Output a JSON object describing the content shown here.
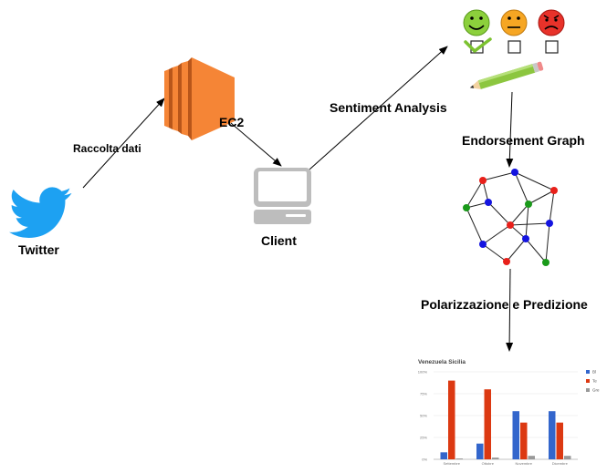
{
  "nodes": {
    "twitter": {
      "label": "Twitter",
      "icon": "twitter-bird-icon"
    },
    "ec2": {
      "label": "EC2",
      "icon": "aws-ec2-icon"
    },
    "client": {
      "label": "Client",
      "icon": "laptop-icon"
    },
    "sentiment_icons": [
      "happy-face-icon",
      "neutral-face-icon",
      "angry-face-icon",
      "checkbox-icon",
      "pencil-icon"
    ],
    "graph_icon": "network-graph-icon",
    "chart_icon": "bar-chart-icon"
  },
  "edges": {
    "twitter_ec2": "Raccolta dati",
    "client_sentiment": "Sentiment Analysis",
    "sentiment_graph": "Endorsement Graph",
    "graph_chart": "Polarizzazione e Predizione"
  },
  "colors": {
    "twitter": "#1da1f2",
    "ec2": "#f58536",
    "node_red": "#e8201a",
    "node_blue": "#1414e0",
    "node_green": "#1a9a1a",
    "bar_blue": "#3366cc",
    "bar_red": "#dc3912",
    "bar_gray": "#999999"
  },
  "chart_data": {
    "type": "bar",
    "title": "Venezuela Sicilia",
    "categories": [
      "Settembre",
      "Ottobre",
      "Novembre",
      "Dicembre"
    ],
    "series": [
      {
        "color": "#3366cc",
        "values": [
          8,
          18,
          55,
          55
        ]
      },
      {
        "color": "#dc3912",
        "values": [
          90,
          80,
          42,
          42
        ]
      },
      {
        "color": "#999999",
        "values": [
          1,
          2,
          4,
          4
        ]
      }
    ],
    "legend_labels": [
      "Bl",
      "Te",
      "Gre"
    ],
    "yticks": [
      "100%",
      "75%",
      "50%",
      "25%",
      "0%"
    ],
    "ylim": [
      0,
      100
    ],
    "legend_position": "right"
  }
}
